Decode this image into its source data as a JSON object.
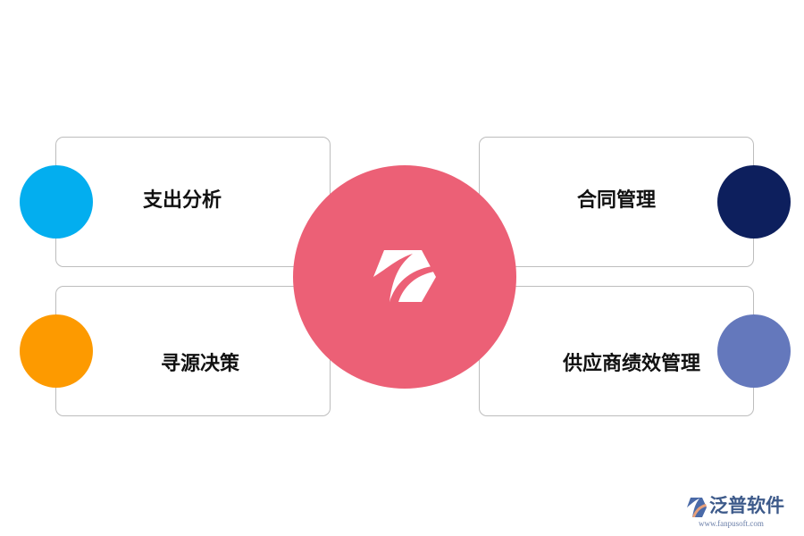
{
  "diagram": {
    "items": [
      {
        "label": "支出分析",
        "color": "#03aeef"
      },
      {
        "label": "合同管理",
        "color": "#0d1f5d"
      },
      {
        "label": "寻源决策",
        "color": "#fd9a00"
      },
      {
        "label": "供应商绩效管理",
        "color": "#6478bc"
      }
    ],
    "center": {
      "color": "#ec6076",
      "icon": "fanpu-logo-icon"
    }
  },
  "brand": {
    "name": "泛普软件",
    "url": "www.fanpusoft.com",
    "icon": "fanpu-logo-icon"
  }
}
